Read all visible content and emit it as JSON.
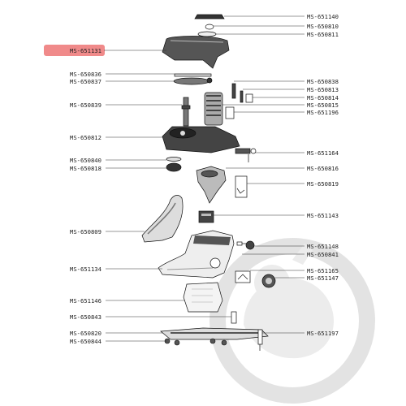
{
  "highlight_color": "#f08a8a",
  "watermark_color": "#e3e3e3",
  "labels": {
    "p651140": "MS-651140",
    "p650810": "MS-650810",
    "p650811": "MS-650811",
    "p651131": "MS-651131",
    "p650836": "MS-650836",
    "p650837": "MS-650837",
    "p650838": "MS-650838",
    "p650813": "MS-650813",
    "p650814": "MS-650814",
    "p650815": "MS-650815",
    "p651196": "MS-651196",
    "p650839": "MS-650839",
    "p650812": "MS-650812",
    "p651164": "MS-651164",
    "p650840": "MS-650840",
    "p650818": "MS-650818",
    "p650816": "MS-650816",
    "p650819": "MS-650819",
    "p651143": "MS-651143",
    "p650809": "MS-650809",
    "p651148": "MS-651148",
    "p650841": "MS-650841",
    "p651134": "MS-651134",
    "p651165": "MS-651165",
    "p651147": "MS-651147",
    "p651146": "MS-651146",
    "p650843": "MS-650843",
    "p650820": "MS-650820",
    "p651197": "MS-651197",
    "p650844": "MS-650844"
  }
}
